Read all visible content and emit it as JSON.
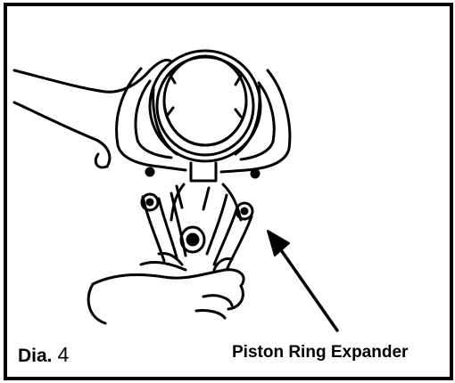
{
  "figure": {
    "label_prefix": "Dia.",
    "label_number": "4",
    "callout": "Piston Ring Expander"
  },
  "colors": {
    "ink": "#000000",
    "paper": "#ffffff"
  }
}
